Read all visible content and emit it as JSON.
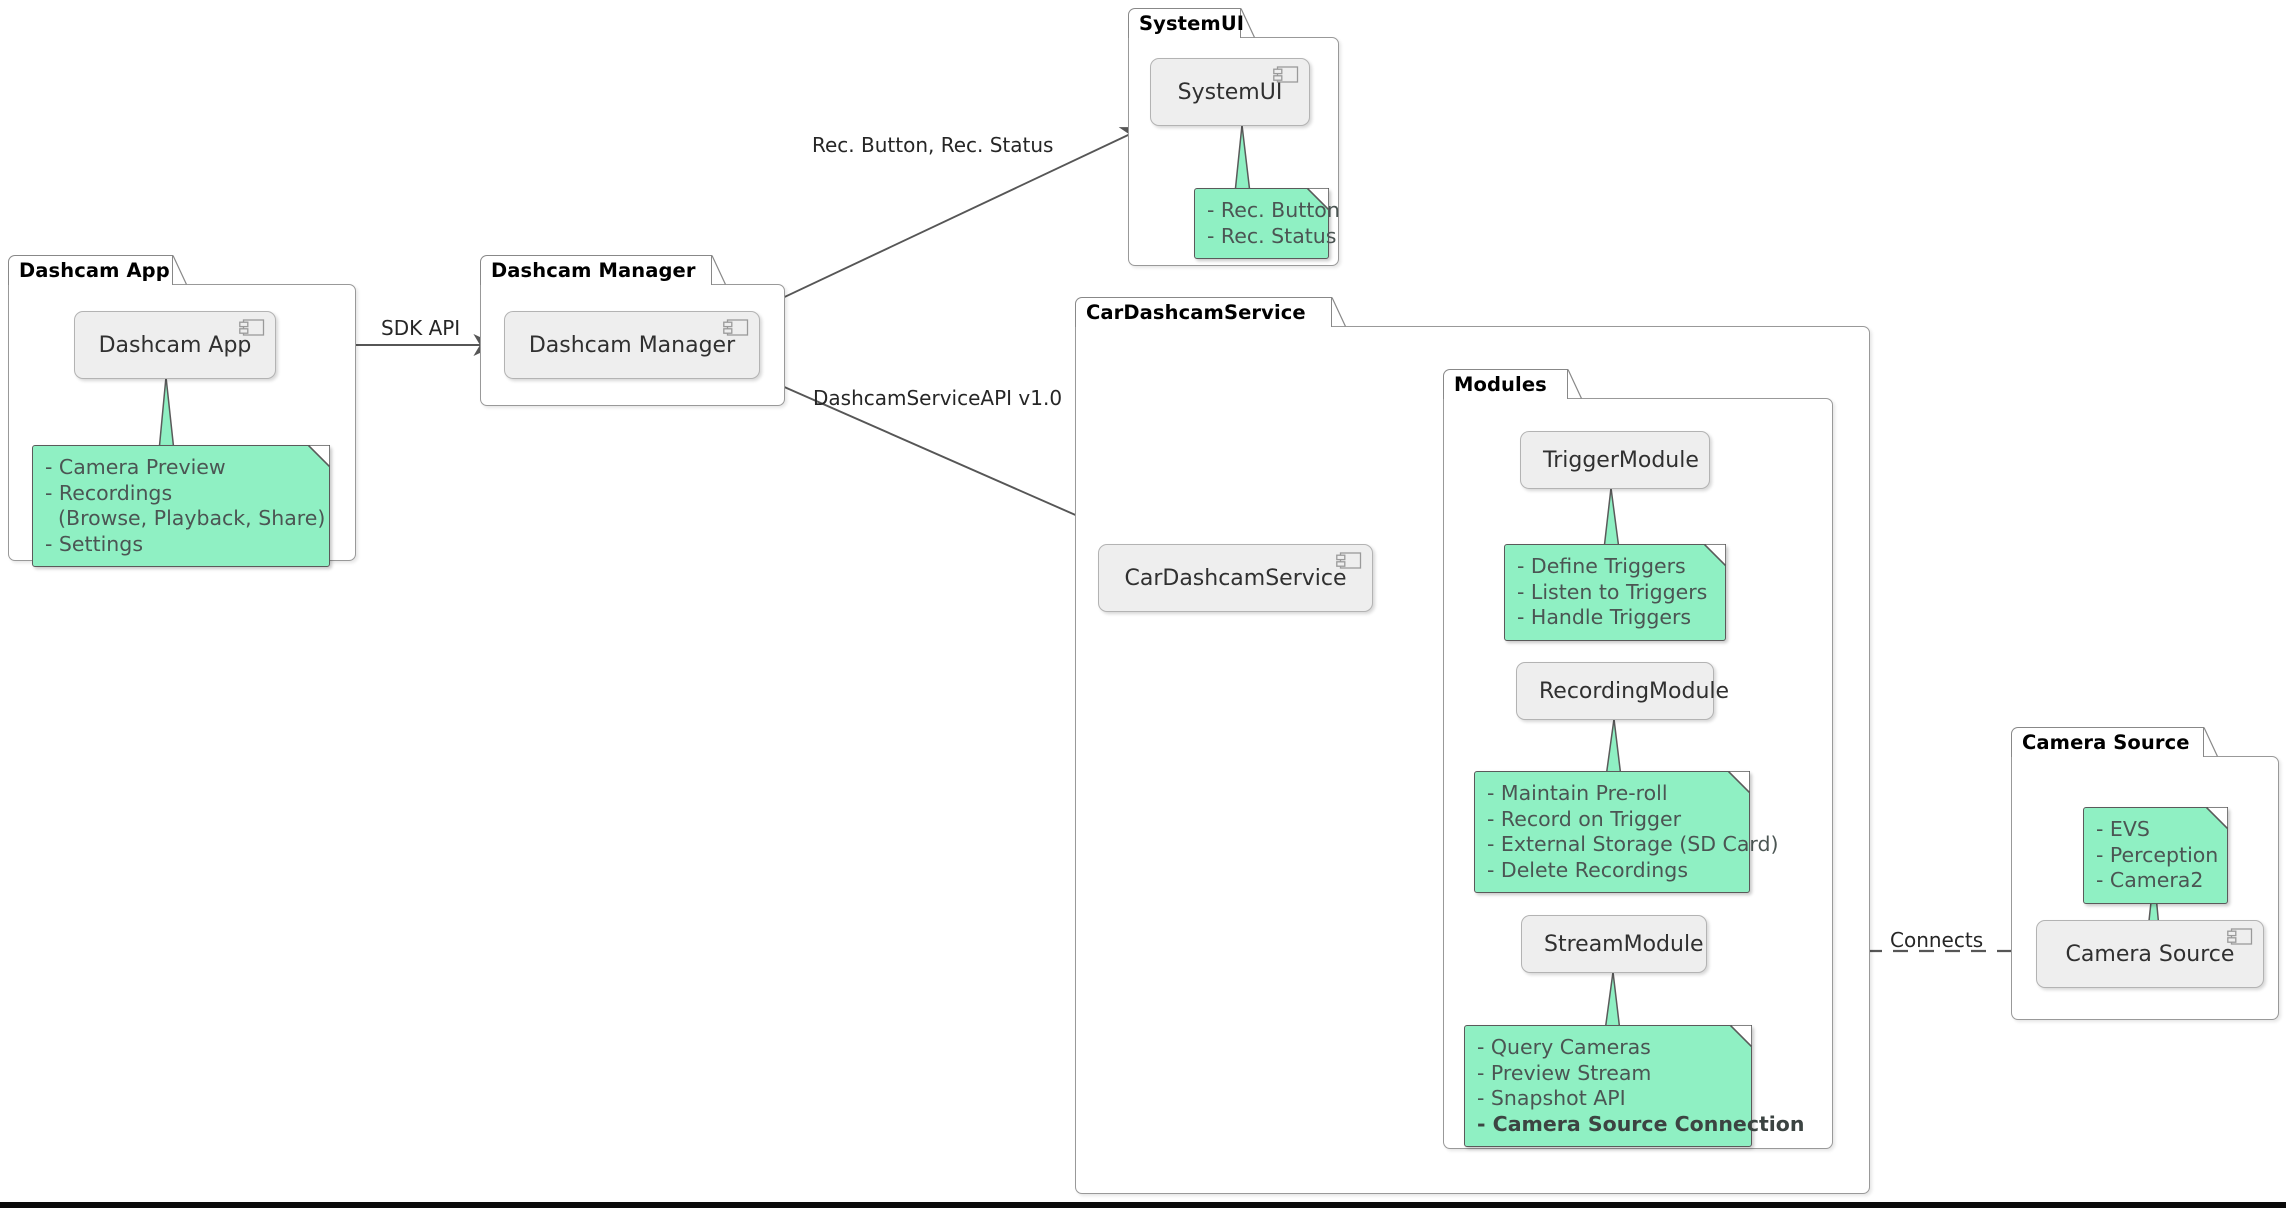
{
  "diagram": {
    "type": "uml-component-diagram",
    "title": "Dashcam architecture component diagram",
    "colors": {
      "note_fill": "#8FF0C3",
      "note_border": "#5A5A5A",
      "component_fill": "#EEEEEE",
      "component_border": "#B3B3B3",
      "package_border": "#999999",
      "text": "#303030",
      "note_text": "#4B5553",
      "edge": "#555555"
    }
  },
  "packages": {
    "dashcam_app": {
      "label": "Dashcam App"
    },
    "dashcam_manager": {
      "label": "Dashcam Manager"
    },
    "system_ui": {
      "label": "SystemUI"
    },
    "car_dashcam_service": {
      "label": "CarDashcamService"
    },
    "modules": {
      "label": "Modules"
    },
    "camera_source": {
      "label": "Camera Source"
    }
  },
  "components": {
    "dashcam_app": {
      "label": "Dashcam App",
      "icon": "component-icon"
    },
    "dashcam_manager": {
      "label": "Dashcam Manager",
      "icon": "component-icon"
    },
    "system_ui": {
      "label": "SystemUI",
      "icon": "component-icon"
    },
    "car_dashcam_service": {
      "label": "CarDashcamService",
      "icon": "component-icon"
    },
    "trigger_module": {
      "label": "TriggerModule"
    },
    "recording_module": {
      "label": "RecordingModule"
    },
    "stream_module": {
      "label": "StreamModule"
    },
    "camera_source": {
      "label": "Camera Source",
      "icon": "component-icon"
    }
  },
  "notes": {
    "dashcam_app": {
      "lines": [
        {
          "text": "- Camera Preview",
          "bold": false
        },
        {
          "text": "- Recordings",
          "bold": false
        },
        {
          "text": "  (Browse, Playback, Share)",
          "bold": false
        },
        {
          "text": "- Settings",
          "bold": false
        }
      ]
    },
    "system_ui": {
      "lines": [
        {
          "text": "- Rec. Button",
          "bold": false
        },
        {
          "text": "- Rec. Status",
          "bold": false
        }
      ]
    },
    "trigger_module": {
      "lines": [
        {
          "text": "- Define Triggers",
          "bold": false
        },
        {
          "text": "- Listen to Triggers",
          "bold": false
        },
        {
          "text": "- Handle Triggers",
          "bold": false
        }
      ]
    },
    "recording_module": {
      "lines": [
        {
          "text": "- Maintain Pre-roll",
          "bold": false
        },
        {
          "text": "- Record on Trigger",
          "bold": false
        },
        {
          "text": "- External Storage (SD Card)",
          "bold": false
        },
        {
          "text": "- Delete Recordings",
          "bold": false
        }
      ]
    },
    "stream_module": {
      "lines": [
        {
          "text": "- Query Cameras",
          "bold": false
        },
        {
          "text": "- Preview Stream",
          "bold": false
        },
        {
          "text": "- Snapshot API",
          "bold": false
        },
        {
          "text": "- Camera Source Connection",
          "bold": true
        }
      ]
    },
    "camera_source": {
      "lines": [
        {
          "text": "- EVS",
          "bold": false
        },
        {
          "text": "- Perception",
          "bold": false
        },
        {
          "text": "- Camera2",
          "bold": false
        }
      ]
    }
  },
  "edges": {
    "sdk_api": {
      "label": "SDK API",
      "from": "Dashcam App",
      "to": "Dashcam Manager",
      "style": "solid-arrow"
    },
    "rec_button_status": {
      "label": "Rec. Button, Rec. Status",
      "from": "Dashcam Manager",
      "to": "SystemUI",
      "style": "solid-arrow"
    },
    "dashcam_service_api": {
      "label": "DashcamServiceAPI v1.0",
      "from": "Dashcam Manager",
      "to": "CarDashcamService",
      "style": "solid-arrow"
    },
    "to_trigger": {
      "label": "",
      "from": "CarDashcamService",
      "to": "TriggerModule",
      "style": "solid-arrow"
    },
    "to_recording": {
      "label": "",
      "from": "CarDashcamService",
      "to": "RecordingModule",
      "style": "solid-arrow"
    },
    "to_stream": {
      "label": "",
      "from": "CarDashcamService",
      "to": "StreamModule",
      "style": "solid-arrow-curved"
    },
    "connects": {
      "label": "Connects",
      "from": "StreamModule",
      "to": "Camera Source",
      "style": "dashed"
    }
  }
}
